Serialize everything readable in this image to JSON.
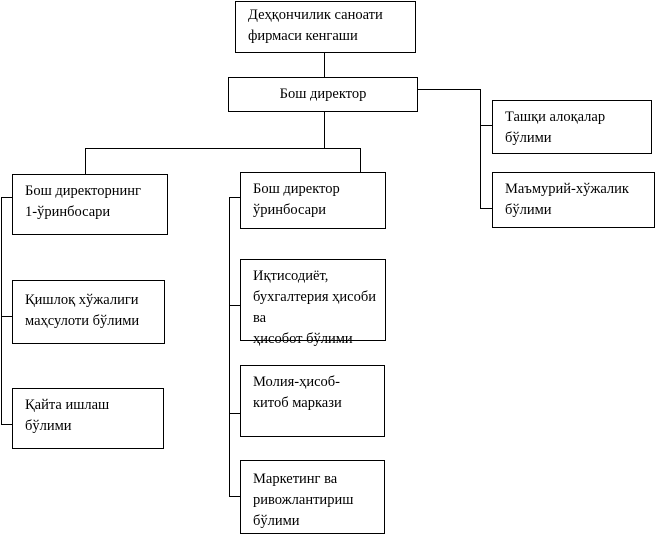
{
  "chart": {
    "council": [
      "Деҳқончилик саноати",
      "фирмаси кенгаши"
    ],
    "director": [
      "Бош директор"
    ],
    "foreign_relations": [
      "Ташқи алоқалар",
      "бўлими"
    ],
    "admin": [
      "Маъмурий-хўжалик",
      "бўлими"
    ],
    "first_deputy": [
      "Бош директорнинг",
      "1-ўринбосари"
    ],
    "deputy": [
      "Бош директор",
      "ўринбосари"
    ],
    "agri_products": [
      "Қишлоқ хўжалиги",
      "маҳсулоти бўлими"
    ],
    "processing": [
      "Қайта ишлаш",
      "бўлими"
    ],
    "economics": [
      "Иқтисодиёт,",
      "бухгалтерия ҳисоби ва",
      "ҳисобот бўлими"
    ],
    "finance_center": [
      "Молия-ҳисоб-",
      "китоб маркази"
    ],
    "marketing": [
      "Маркетинг ва",
      "ривожлантириш",
      "бўлими"
    ]
  }
}
